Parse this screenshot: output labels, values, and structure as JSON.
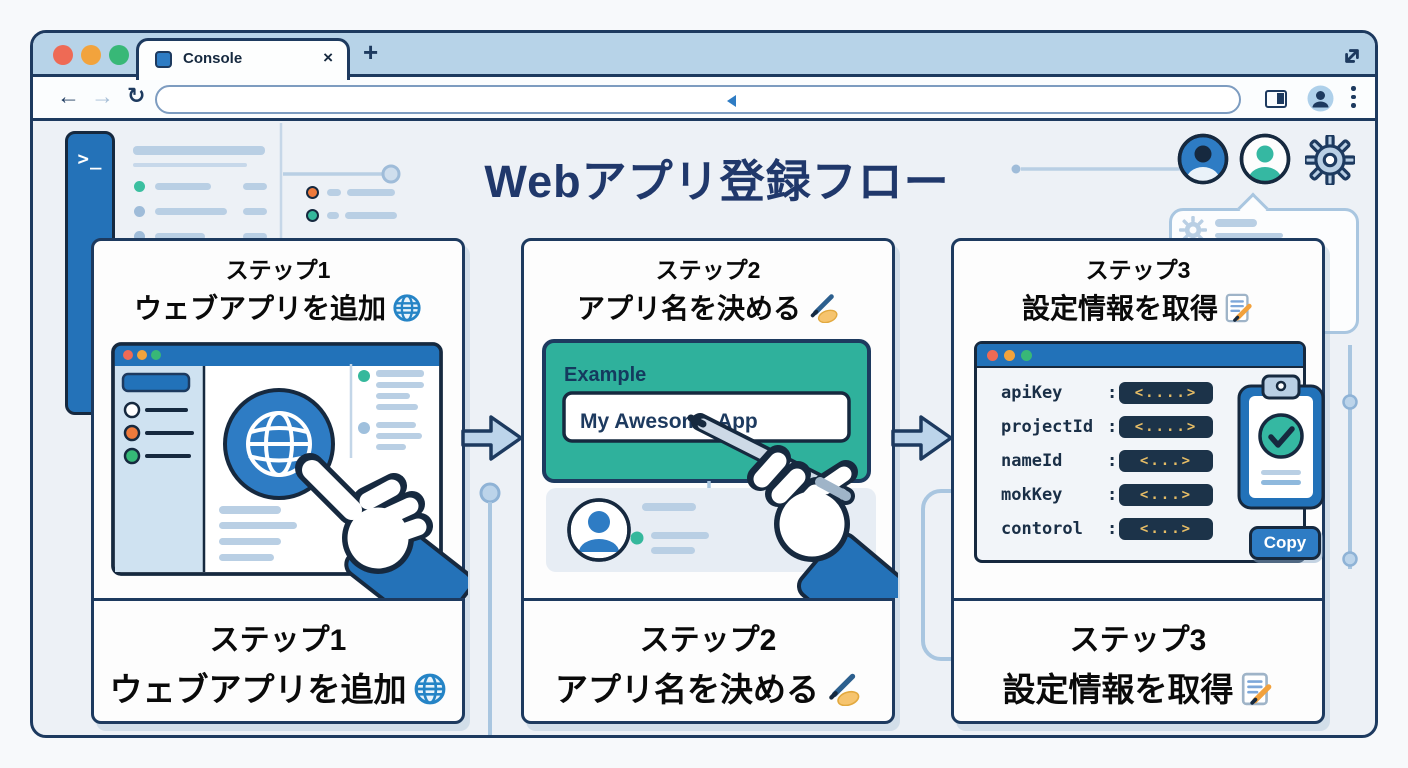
{
  "window": {
    "tab": {
      "title": "Console",
      "close_label": "×",
      "new_tab_label": "+"
    },
    "toolbar": {
      "back": "←",
      "forward": "→",
      "refresh": "↻"
    }
  },
  "page": {
    "title": "Webアプリ登録フロー",
    "terminal_prompt": ">_"
  },
  "steps": [
    {
      "step_label": "ステップ1",
      "title": "ウェブアプリを追加",
      "icon": "globe-icon"
    },
    {
      "step_label": "ステップ2",
      "title": "アプリ名を決める",
      "icon": "writing-hand-icon"
    },
    {
      "step_label": "ステップ3",
      "title": "設定情報を取得",
      "icon": "memo-icon"
    }
  ],
  "step2_panel": {
    "label": "Example",
    "input_value": "My Awesome App"
  },
  "step3_panel": {
    "separator": ":",
    "config": [
      {
        "key": "apiKey",
        "value": "<....>"
      },
      {
        "key": "projectId",
        "value": "<....>"
      },
      {
        "key": "nameId",
        "value": "<...>"
      },
      {
        "key": "mokKey",
        "value": "<...>"
      },
      {
        "key": "contorol",
        "value": "<...>"
      }
    ],
    "copy_label": "Copy"
  },
  "colors": {
    "navy": "#1d3a5f",
    "blue": "#2e7cc4",
    "chrome_blue": "#b7d3e8",
    "teal": "#2fb19c",
    "gold": "#e6bd66",
    "light_line": "#b9cfe4",
    "traffic_red": "#ee6a55",
    "traffic_yellow": "#f2a33c",
    "traffic_green": "#38b877"
  }
}
